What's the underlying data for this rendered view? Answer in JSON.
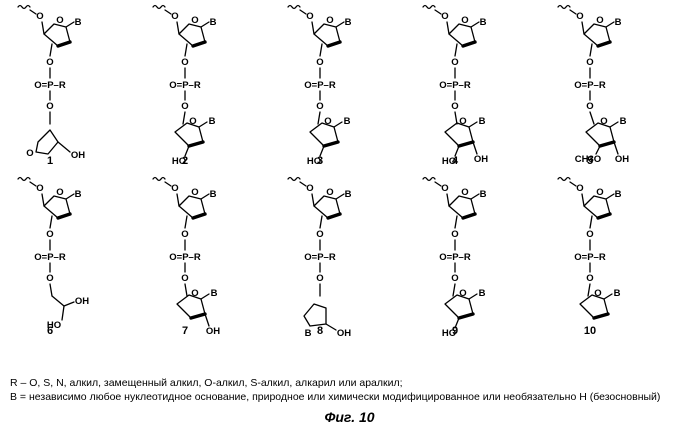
{
  "labels": {
    "base": "B",
    "o": "O",
    "phosphate": "O=P–R",
    "oh": "OH",
    "ho": "HO",
    "ch3o": "CH3O"
  },
  "compounds": [
    {
      "number": "1",
      "moiety": "acyclic-oh"
    },
    {
      "number": "2",
      "moiety": "ho-sugar"
    },
    {
      "number": "3",
      "moiety": "ho-sugar"
    },
    {
      "number": "4",
      "moiety": "diol-sugar"
    },
    {
      "number": "5",
      "moiety": "methoxy-sugar"
    },
    {
      "number": "6",
      "moiety": "glycerol"
    },
    {
      "number": "7",
      "moiety": "oh-sugar"
    },
    {
      "number": "8",
      "moiety": "inverted-sugar"
    },
    {
      "number": "9",
      "moiety": "ho-sugar"
    },
    {
      "number": "10",
      "moiety": "dideoxy-sugar"
    }
  ],
  "legend": {
    "r": "R – O, S, N, алкил, замещенный алкил, O-алкил, S-алкил, алкарил или аралкил;",
    "b": "B = независимо любое нуклеотидное основание, природное или химически модифицированное или необязательно H (безосновный)"
  },
  "caption": "Фиг. 10"
}
